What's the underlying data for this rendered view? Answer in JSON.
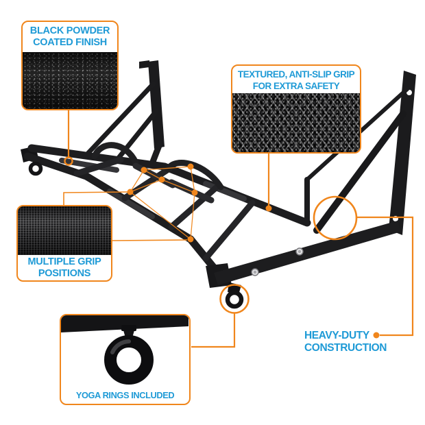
{
  "colors": {
    "accent_orange": "#F0861C",
    "label_blue": "#1E9AD6",
    "frame_black": "#1C1C1E"
  },
  "callouts": {
    "powder": {
      "line1": "BLACK POWDER",
      "line2": "COATED FINISH",
      "texture": "powder-coat-speckle"
    },
    "grip": {
      "line1": "TEXTURED, ANTI-SLIP GRIP",
      "line2": "FOR EXTRA SAFETY",
      "texture": "knurled-diamond"
    },
    "multi_grip": {
      "line1": "MULTIPLE GRIP",
      "line2": "POSITIONS",
      "texture": "fine-knurl"
    },
    "yoga": {
      "label": "YOGA RINGS INCLUDED"
    },
    "heavy_duty": {
      "line1": "HEAVY-DUTY",
      "line2": "CONSTRUCTION"
    }
  }
}
